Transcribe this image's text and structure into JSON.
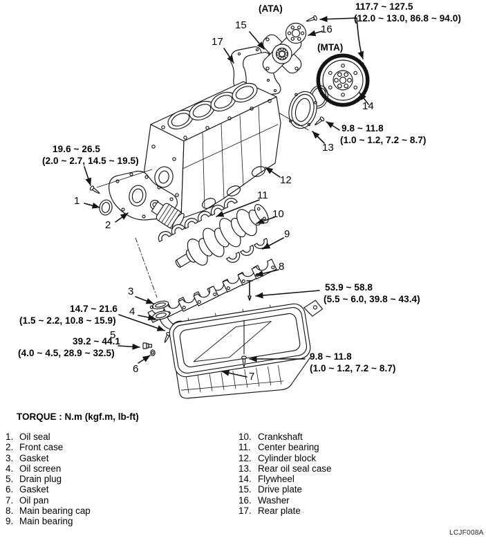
{
  "figure": {
    "code": "LCJF008A",
    "ata_label": "(ATA)",
    "mta_label": "(MTA)"
  },
  "torque_heading": "TORQUE : N.m (kgf.m, lb-ft)",
  "torques": {
    "flywheel_bolt": {
      "value": "117.7 ~ 127.5",
      "converted": "(12.0 ~ 13.0, 86.8 ~ 94.0)"
    },
    "rear_seal_case": {
      "value": "9.8 ~ 11.8",
      "converted": "(1.0 ~ 1.2, 7.2 ~ 8.7)"
    },
    "front_case": {
      "value": "19.6 ~ 26.5",
      "converted": "(2.0 ~ 2.7, 14.5 ~ 19.5)"
    },
    "main_bearing_cap": {
      "value": "53.9 ~ 58.8",
      "converted": "(5.5 ~ 6.0, 39.8 ~ 43.4)"
    },
    "oil_screen": {
      "value": "14.7 ~ 21.6",
      "converted": "(1.5 ~ 2.2, 10.8 ~ 15.9)"
    },
    "drain_plug": {
      "value": "39.2 ~ 44.1",
      "converted": "(4.0 ~ 4.5, 28.9 ~ 32.5)"
    },
    "oil_pan": {
      "value": "9.8 ~ 11.8",
      "converted": "(1.0 ~ 1.2, 7.2 ~ 8.7)"
    }
  },
  "callouts": {
    "c1": "1",
    "c2": "2",
    "c3": "3",
    "c4": "4",
    "c5": "5",
    "c6": "6",
    "c7": "7",
    "c8": "8",
    "c9": "9",
    "c10": "10",
    "c11": "11",
    "c12": "12",
    "c13": "13",
    "c14": "14",
    "c15": "15",
    "c16": "16",
    "c17": "17"
  },
  "parts": {
    "left": [
      {
        "num": "1.",
        "label": "Oil seal"
      },
      {
        "num": "2.",
        "label": "Front case"
      },
      {
        "num": "3.",
        "label": "Gasket"
      },
      {
        "num": "4.",
        "label": "Oil screen"
      },
      {
        "num": "5.",
        "label": "Drain plug"
      },
      {
        "num": "6.",
        "label": "Gasket"
      },
      {
        "num": "7.",
        "label": "Oil pan"
      },
      {
        "num": "8.",
        "label": "Main bearing cap"
      },
      {
        "num": "9.",
        "label": "Main bearing"
      }
    ],
    "right": [
      {
        "num": "10.",
        "label": "Crankshaft"
      },
      {
        "num": "11.",
        "label": "Center bearing"
      },
      {
        "num": "12.",
        "label": "Cylinder block"
      },
      {
        "num": "13.",
        "label": "Rear oil seal case"
      },
      {
        "num": "14.",
        "label": "Flywheel"
      },
      {
        "num": "15.",
        "label": "Drive plate"
      },
      {
        "num": "16.",
        "label": "Washer"
      },
      {
        "num": "17.",
        "label": "Rear plate"
      }
    ]
  }
}
